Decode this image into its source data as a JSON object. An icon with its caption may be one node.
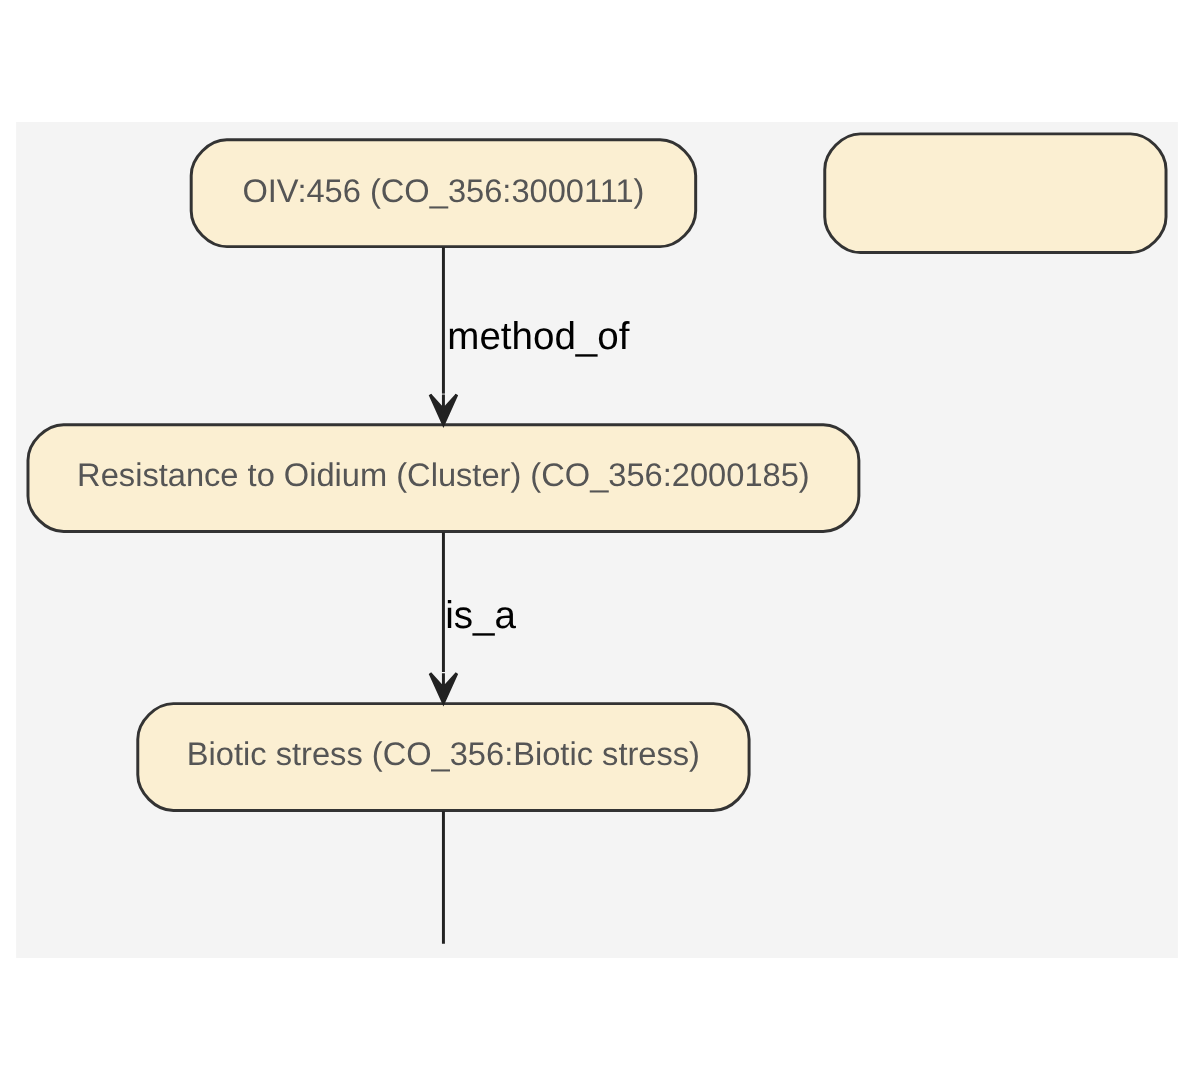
{
  "diagram": {
    "nodes": [
      {
        "text": [
          "OIV:456 (CO_356:3000111)"
        ]
      },
      {
        "text": [
          "Resistance to Oidium (Cluster) (CO_356:2000185)"
        ]
      },
      {
        "text": [
          "Biotic stress (CO_356:Biotic stress)"
        ]
      },
      {
        "text": [],
        "shape": "box"
      }
    ],
    "edges": [
      {
        "from": 0,
        "to": 1,
        "arrow": "to",
        "label": "method_of"
      },
      {
        "from": 1,
        "to": 2,
        "arrow": "to",
        "label": "is_a"
      },
      {
        "from": 2,
        "to": null,
        "arrow": "none"
      }
    ]
  }
}
